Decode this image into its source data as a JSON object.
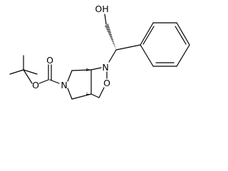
{
  "molecule": {
    "atom_labels": {
      "hydroxyl": "OH",
      "ring_nitrogen_carbamate": "N",
      "ring_nitrogen_isoxazolidine": "N",
      "ring_oxygen": "O",
      "carbonyl_oxygen": "O",
      "ester_oxygen": "O"
    },
    "colors": {
      "line": "#000000",
      "background": "#ffffff"
    }
  }
}
